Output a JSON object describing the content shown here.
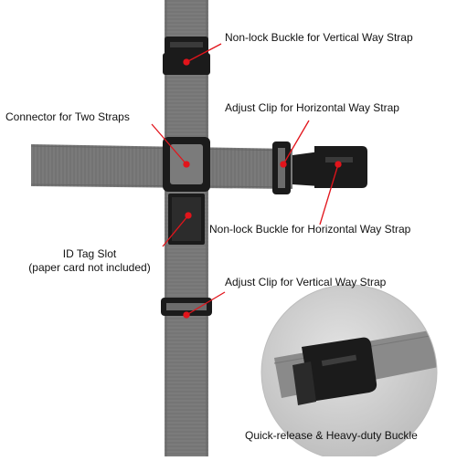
{
  "labels": {
    "vertical_buckle": "Non-lock Buckle for Vertical Way Strap",
    "horizontal_clip": "Adjust Clip for Horizontal Way Strap",
    "connector": "Connector for Two Straps",
    "horizontal_buckle": "Non-lock Buckle for Horizontal Way Strap",
    "id_tag_line1": "ID Tag Slot",
    "id_tag_line2": "(paper card not included)",
    "vertical_clip": "Adjust Clip for Vertical Way Strap",
    "quick_release": "Quick-release & Heavy-duty Buckle"
  },
  "colors": {
    "strap": "#7b7b7b",
    "strap_dark": "#5f5f5f",
    "plastic": "#1b1b1b",
    "pointer": "#e2141b",
    "inset_bg": "#d2d2d2"
  }
}
